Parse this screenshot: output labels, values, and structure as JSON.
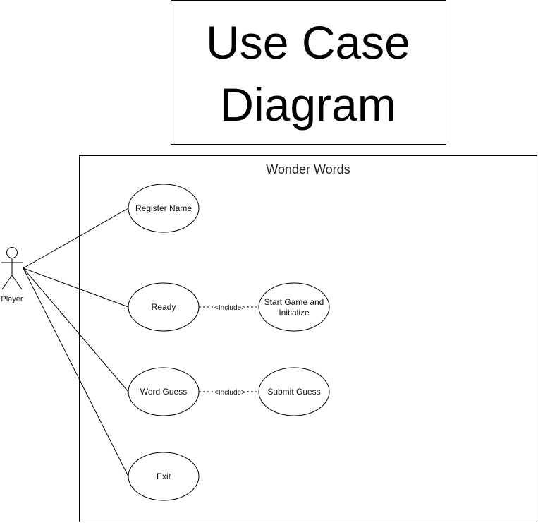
{
  "title": {
    "line1": "Use Case",
    "line2": "Diagram"
  },
  "system": {
    "name": "Wonder Words"
  },
  "actor": {
    "name": "Player"
  },
  "use_cases": {
    "register_name": "Register Name",
    "ready": "Ready",
    "start_game_line1": "Start Game and",
    "start_game_line2": "Initialize",
    "word_guess": "Word Guess",
    "submit_guess": "Submit Guess",
    "exit": "Exit"
  },
  "relations": {
    "ready_include": "<Include>",
    "guess_include": "<Include>"
  }
}
